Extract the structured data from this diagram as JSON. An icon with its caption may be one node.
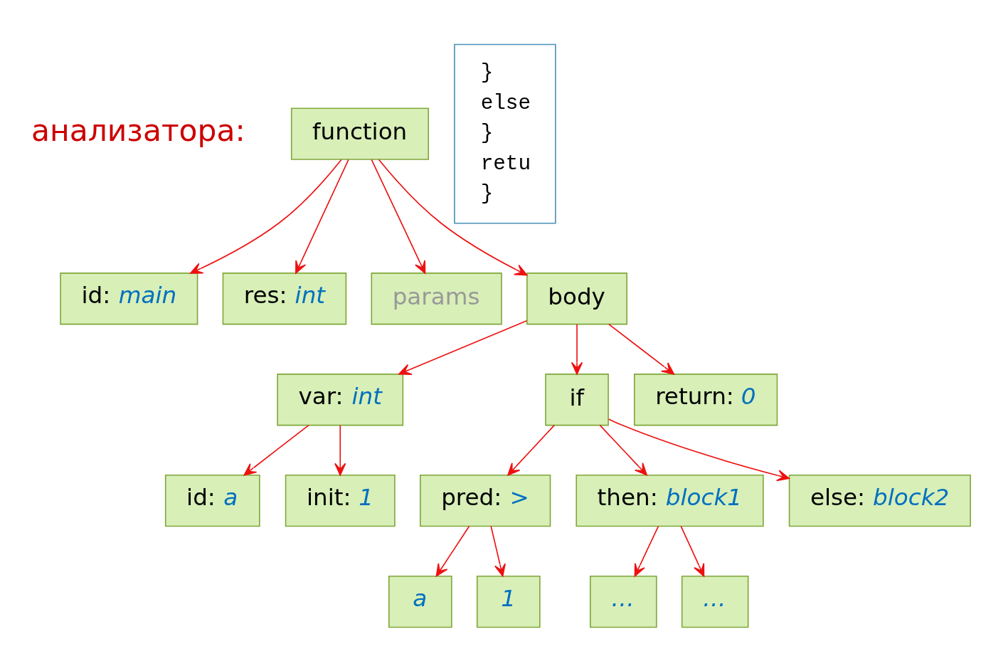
{
  "diagram": {
    "nodes": [
      {
        "text": [
          "function"
        ]
      },
      {
        "text": [
          "id:",
          "main"
        ]
      },
      {
        "text": [
          "res:",
          "int"
        ]
      },
      {
        "text": [
          "params"
        ]
      },
      {
        "text": [
          "body"
        ]
      },
      {
        "text": [
          "var:",
          "int"
        ]
      },
      {
        "text": [
          "if"
        ]
      },
      {
        "text": [
          "return:",
          "0"
        ]
      },
      {
        "text": [
          "id:",
          "a"
        ]
      },
      {
        "text": [
          "init:",
          "1"
        ]
      },
      {
        "text": [
          "pred:",
          ">"
        ]
      },
      {
        "text": [
          "a"
        ]
      },
      {
        "text": [
          "1"
        ]
      },
      {
        "text": [
          "then:",
          "block1"
        ]
      },
      {
        "text": [
          "else:",
          "block2"
        ]
      },
      {
        "text": [
          "…"
        ]
      },
      {
        "text": [
          "…"
        ]
      },
      {
        "text": [
          "}",
          "else",
          "}",
          "retu",
          "}"
        ]
      }
    ],
    "edges": [
      {
        "from": 0,
        "to": 1,
        "arrow": "to"
      },
      {
        "from": 0,
        "to": 2,
        "arrow": "to"
      },
      {
        "from": 0,
        "to": 3,
        "arrow": "to"
      },
      {
        "from": 0,
        "to": 4,
        "arrow": "to"
      },
      {
        "from": 4,
        "to": 5,
        "arrow": "to"
      },
      {
        "from": 4,
        "to": 6,
        "arrow": "to"
      },
      {
        "from": 4,
        "to": 7,
        "arrow": "to"
      },
      {
        "from": 5,
        "to": 8,
        "arrow": "to"
      },
      {
        "from": 5,
        "to": 9,
        "arrow": "to"
      },
      {
        "from": 6,
        "to": 10,
        "arrow": "to"
      },
      {
        "from": 6,
        "to": 13,
        "arrow": "to"
      },
      {
        "from": 6,
        "to": 14,
        "arrow": "to"
      },
      {
        "from": 10,
        "to": 11,
        "arrow": "to"
      },
      {
        "from": 10,
        "to": 12,
        "arrow": "to"
      },
      {
        "from": 13,
        "to": 15,
        "arrow": "to"
      },
      {
        "from": 13,
        "to": 16,
        "arrow": "to"
      }
    ],
    "labels": [
      "анализатора:"
    ]
  }
}
